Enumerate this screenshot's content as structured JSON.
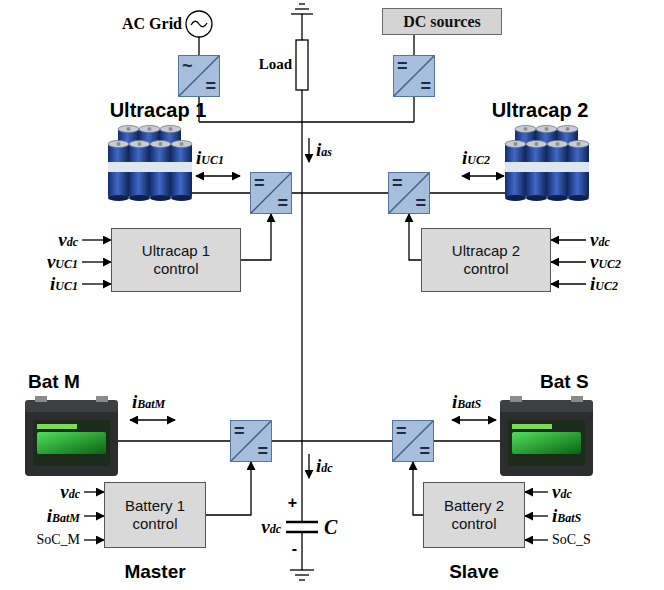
{
  "diagram": {
    "nodes": [
      {
        "text": [
          "~",
          "="
        ]
      },
      {
        "text": [
          "DC sources"
        ]
      },
      {
        "text": [
          "=",
          "="
        ]
      },
      {
        "text": [
          "=",
          "="
        ]
      },
      {
        "text": [
          "=",
          "="
        ]
      },
      {
        "text": [
          "Ultracap 1 control"
        ]
      },
      {
        "text": [
          "Ultracap 2 control"
        ]
      },
      {
        "text": [
          "=",
          "="
        ]
      },
      {
        "text": [
          "=",
          "="
        ]
      },
      {
        "text": [
          "Battery 1 control"
        ]
      },
      {
        "text": [
          "Battery 2 control"
        ]
      }
    ],
    "edges": [
      {
        "from": 1,
        "to": 2,
        "arrow": "none"
      },
      {
        "from": 5,
        "to": 3,
        "arrow": "to"
      },
      {
        "from": 6,
        "to": 4,
        "arrow": "to"
      },
      {
        "from": 9,
        "to": 7,
        "arrow": "to"
      },
      {
        "from": 10,
        "to": 8,
        "arrow": "to"
      }
    ],
    "labels": [
      "AC Grid",
      "Load",
      "Ultracap 1",
      "ias",
      "iUC1",
      "Ultracap 2",
      "iUC2",
      "vdc",
      "vUC1",
      "iUC1",
      "vdc",
      "vUC2",
      "iUC2",
      "Bat M",
      "iBatM",
      "iBatS",
      "Bat S",
      "idc",
      "vdc",
      "iBatM",
      "SoC_M",
      "+",
      "vdc",
      "C",
      "-",
      "vdc",
      "iBatS",
      "SoC_S",
      "Master",
      "Slave"
    ]
  }
}
